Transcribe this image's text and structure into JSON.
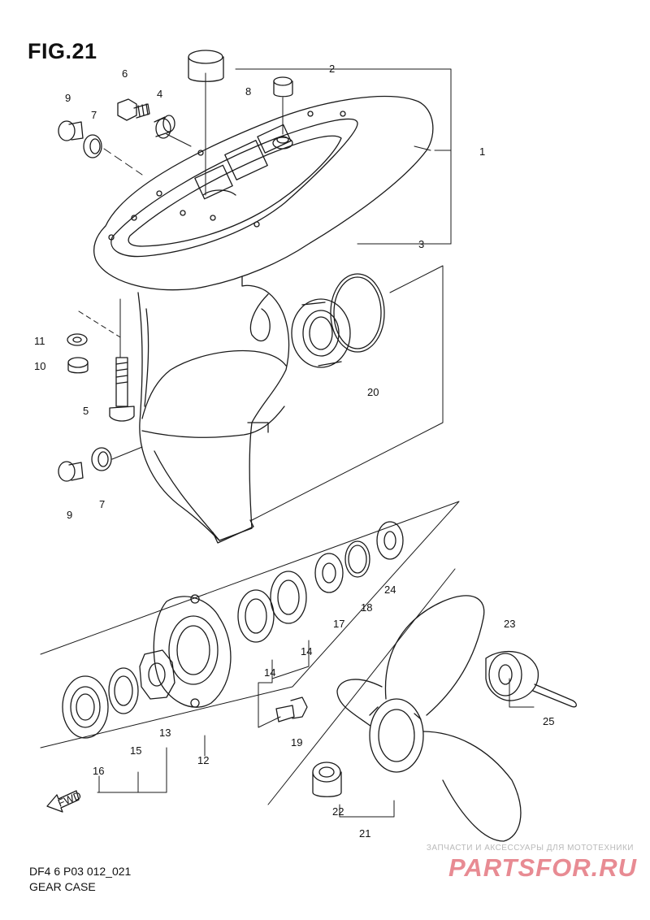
{
  "figure": {
    "title": "FIG.21",
    "code": "DF4 6 P03 012_021",
    "caption": "GEAR CASE"
  },
  "fwd_label": "FWD",
  "watermark": {
    "top_line": "ЗАПЧАСТИ И АКСЕССУАРЫ ДЛЯ МОТОТЕХНИКИ",
    "logo": "PARTSFOR.RU"
  },
  "callouts": {
    "n1": "1",
    "n2": "2",
    "n3": "3",
    "n4": "4",
    "n5": "5",
    "n6": "6",
    "n7a": "7",
    "n7b": "7",
    "n8": "8",
    "n9a": "9",
    "n9b": "9",
    "n10": "10",
    "n11": "11",
    "n12": "12",
    "n13": "13",
    "n14a": "14",
    "n14b": "14",
    "n15": "15",
    "n16": "16",
    "n17": "17",
    "n18": "18",
    "n19": "19",
    "n20": "20",
    "n21": "21",
    "n22": "22",
    "n23": "23",
    "n24": "24",
    "n25": "25"
  },
  "colors": {
    "line": "#1a1a1a",
    "watermark": "#e88b93"
  }
}
